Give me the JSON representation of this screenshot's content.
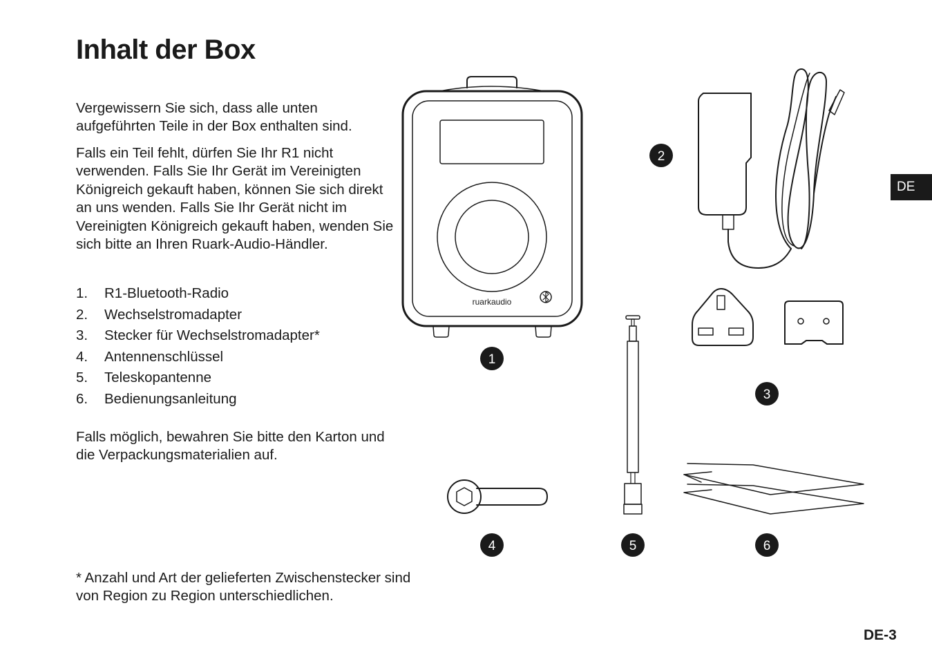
{
  "page": {
    "title": "Inhalt der Box",
    "intro": "Vergewissern Sie sich, dass alle unten aufgeführten Teile in der Box enthalten sind.",
    "missing_part_note": "Falls ein Teil fehlt, dürfen Sie Ihr R1 nicht verwenden. Falls Sie Ihr Gerät im Vereinigten Königreich gekauft haben, können Sie sich direkt an uns wenden. Falls Sie Ihr Gerät nicht im Vereinigten Königreich gekauft haben, wenden Sie sich bitte an Ihren Ruark-Audio-Händler.",
    "items": [
      {
        "num": "1.",
        "label": "R1-Bluetooth-Radio"
      },
      {
        "num": "2.",
        "label": "Wechselstromadapter"
      },
      {
        "num": "3.",
        "label": "Stecker für Wechselstromadapter*"
      },
      {
        "num": "4.",
        "label": "Antennenschlüssel"
      },
      {
        "num": "5.",
        "label": "Teleskopantenne"
      },
      {
        "num": "6.",
        "label": "Bedienungsanleitung"
      }
    ],
    "keep_packaging": "Falls möglich, bewahren Sie bitte den Karton und die Verpackungsmaterialien auf.",
    "footnote": "* Anzahl und Art der gelieferten Zwischenstecker sind von Region zu Region unterschiedlichen.",
    "language_tab": "DE",
    "page_number": "DE-3"
  },
  "illustration": {
    "brand_label": "ruarkaudio",
    "badges": [
      "1",
      "2",
      "3",
      "4",
      "5",
      "6"
    ],
    "icons": [
      "radio-illustration",
      "ac-adapter-illustration",
      "plug-illustration",
      "antenna-key-illustration",
      "telescopic-antenna-illustration",
      "manual-illustration",
      "bluetooth-icon"
    ],
    "colors": {
      "ink": "#1a1a1a",
      "paper": "#ffffff"
    }
  }
}
